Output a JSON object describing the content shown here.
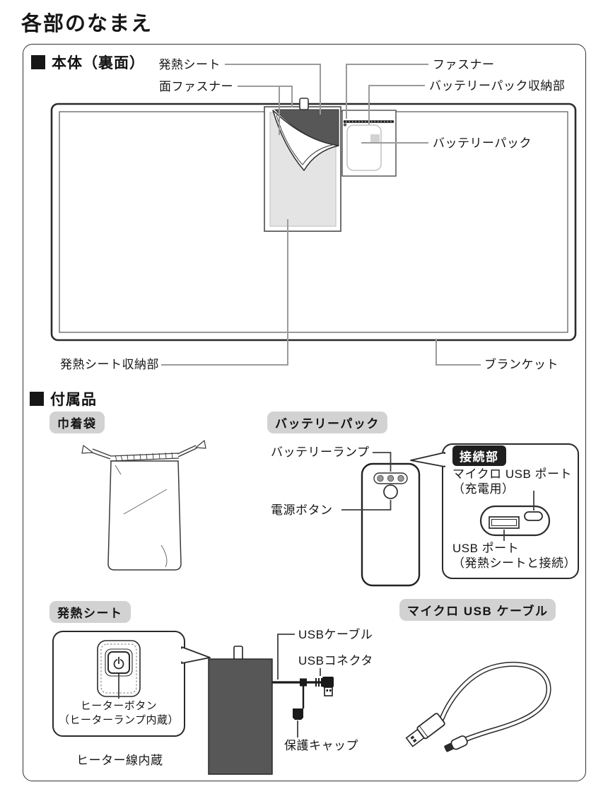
{
  "page": {
    "title": "各部のなまえ"
  },
  "main_unit": {
    "heading": "本体（裏面）",
    "labels": {
      "heat_sheet": "発熱シート",
      "hook_fastener": "面ファスナー",
      "fastener": "ファスナー",
      "battery_pocket": "バッテリーパック収納部",
      "battery_pack": "バッテリーパック",
      "heat_sheet_pocket": "発熱シート収納部",
      "blanket": "ブランケット"
    }
  },
  "accessories": {
    "heading": "付属品",
    "bag": {
      "badge": "巾着袋"
    },
    "battery": {
      "badge": "バッテリーパック",
      "lamp_label": "バッテリーランプ",
      "power_button_label": "電源ボタン",
      "connector": {
        "badge": "接続部",
        "micro_usb_port": "マイクロ USB ポート",
        "micro_usb_note": "（充電用）",
        "usb_port": "USB ポート",
        "usb_note": "（発熱シートと接続）"
      }
    },
    "heat_sheet": {
      "badge": "発熱シート",
      "heater_button": "ヒーターボタン",
      "heater_button_note": "（ヒーターランプ内蔵）",
      "heater_wire": "ヒーター線内蔵",
      "usb_cable": "USBケーブル",
      "usb_connector": "USBコネクタ",
      "protective_cap": "保護キャップ"
    },
    "micro_usb_cable": {
      "badge": "マイクロ USB ケーブル"
    }
  },
  "colors": {
    "ink": "#2a2a2a",
    "sheet_dark": "#575757",
    "pocket_gray": "#e4e4e4",
    "badge_gray": "#d2d2d2",
    "connector_badge_bg": "#1f1f1f",
    "leader_gray": "#9b9b9b"
  }
}
